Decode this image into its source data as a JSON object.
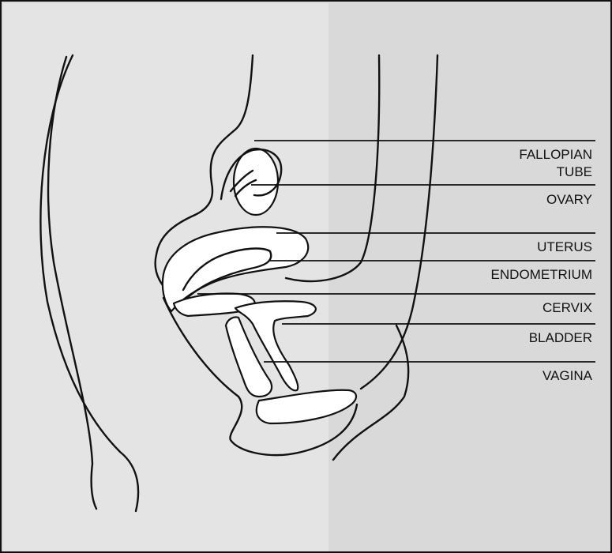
{
  "labels": {
    "fallopian_tube_line1": "FALLOPIAN",
    "fallopian_tube_line2": "TUBE",
    "ovary": "OVARY",
    "uterus": "UTERUS",
    "endometrium": "ENDOMETRIUM",
    "cervix": "CERVIX",
    "bladder": "BLADDER",
    "vagina": "VAGINA"
  }
}
